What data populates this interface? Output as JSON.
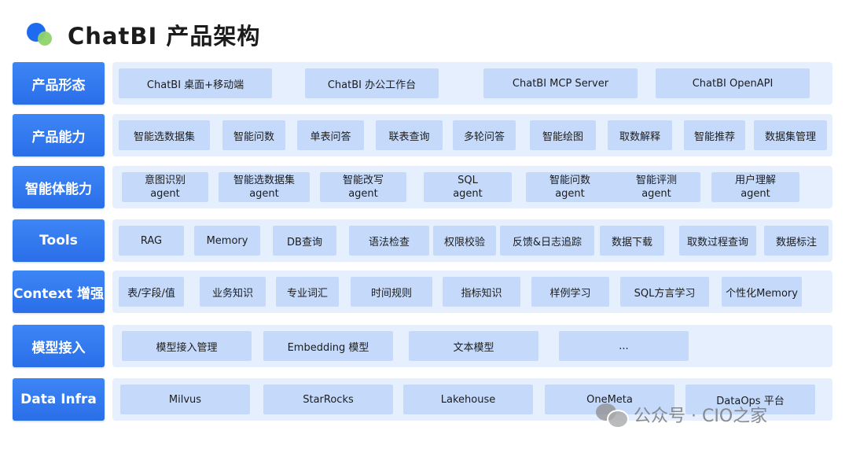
{
  "title": "ChatBI 产品架构",
  "rows": [
    {
      "label": "产品形态",
      "items": [
        [
          "ChatBI 桌面+移动端"
        ],
        [
          "ChatBI 办公工作台"
        ],
        [
          "ChatBI MCP Server"
        ],
        [
          "ChatBI OpenAPI"
        ]
      ]
    },
    {
      "label": "产品能力",
      "items": [
        [
          "智能选数据集"
        ],
        [
          "智能问数"
        ],
        [
          "单表问答"
        ],
        [
          "联表查询"
        ],
        [
          "多轮问答"
        ],
        [
          "智能绘图"
        ],
        [
          "取数解释"
        ],
        [
          "智能推荐"
        ],
        [
          "数据集管理"
        ]
      ]
    },
    {
      "label": "智能体能力",
      "items": [
        [
          "意图识别",
          "agent"
        ],
        [
          "智能选数据集",
          "agent"
        ],
        [
          "智能改写",
          "agent"
        ],
        [
          "SQL",
          "agent"
        ],
        [
          "智能问数",
          "agent"
        ],
        [
          "智能评测",
          "agent"
        ],
        [
          "用户理解",
          "agent"
        ]
      ]
    },
    {
      "label": "Tools",
      "items": [
        [
          "RAG"
        ],
        [
          "Memory"
        ],
        [
          "DB查询"
        ],
        [
          "语法检查"
        ],
        [
          "权限校验"
        ],
        [
          "反馈&日志追踪"
        ],
        [
          "数据下载"
        ],
        [
          "取数过程查询"
        ],
        [
          "数据标注"
        ]
      ]
    },
    {
      "label": "Context 增强",
      "items": [
        [
          "表/字段/值"
        ],
        [
          "业务知识"
        ],
        [
          "专业词汇"
        ],
        [
          "时间规则"
        ],
        [
          "指标知识"
        ],
        [
          "样例学习"
        ],
        [
          "SQL方言学习"
        ],
        [
          "个性化Memory"
        ]
      ]
    },
    {
      "label": "模型接入",
      "items": [
        [
          "模型接入管理"
        ],
        [
          "Embedding 模型"
        ],
        [
          "文本模型"
        ],
        [
          "..."
        ]
      ]
    },
    {
      "label": "Data Infra",
      "items": [
        [
          "Milvus"
        ],
        [
          "StarRocks"
        ],
        [
          "Lakehouse"
        ],
        [
          "OneMeta"
        ],
        [
          "DataOps 平台"
        ]
      ]
    }
  ],
  "watermark": "公众号 · CIO之家",
  "colors": {
    "label_bg": "#2f78ee",
    "panel_bg": "#e6effd",
    "box_bg": "#c5dafb",
    "logo_blue": "#1f6bf0",
    "logo_green": "#8fd46a"
  }
}
